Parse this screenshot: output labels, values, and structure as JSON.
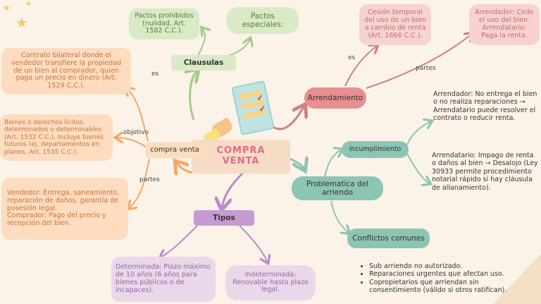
{
  "center": {
    "title": "COMPRA VENTA"
  },
  "left": {
    "node": "compra venta",
    "es_label": "es",
    "objetivo_label": "objetivo",
    "partes_label": "partes",
    "definicion": "Contrato bilateral donde el vendedor transfiere la propiedad de un bien al comprador, quien paga un precio en dinero (Art. 1529 C.C.).",
    "objeto": "Bienes o derechos lícitos, determinados o determinables (Art. 1532 C.C.). Incluye bienes futuros (ej. departamentos en planos, Art. 1535 C.C.).",
    "partes": "Vendedor: Entrega, saneamiento, reparación de daños, garantía de posesión legal.\nComprador: Pago del precio y recepción del bien."
  },
  "clausulas": {
    "node": "Clausulas",
    "prohibidos": "Pactos prohibidos (nulidad, Art. 1582 C.C.).",
    "especiales": "Pactos especiales:"
  },
  "arrendamiento": {
    "node": "Arrendamiento",
    "es_label": "es",
    "partes_label": "partes",
    "definicion": "Cesión temporal del uso de un bien a cambio de renta (Art. 1666 C.C.).",
    "partes": "Arrendador: Cede el uso del bien. Arrendatario: Paga la renta."
  },
  "problematica": {
    "node": "Problematica del arriendo",
    "incumplimiento": "incumplimiento",
    "arrendador": "Arrendador: No entrega el bien o no realiza reparaciones → Arrendatario puede resolver el contrato o reducir renta.",
    "arrendatario": "Arrendatario: Impago de renta o daños al bien → Desalojo (Ley 30933 permite procedimiento notarial rápido si hay cláusula de allanamiento).",
    "conflictos": "Conflictos comunes",
    "conflictos_items": [
      "Sub arriendo no autorizado.",
      "Reparaciones urgentes que afectan uso.",
      "Copropietarios que arriendan sin consentimiento (válido si otros ratifican)."
    ]
  },
  "tipos": {
    "node": "Tipos",
    "determinada": "Determinada: Plazo máximo de 10 años (6 años para bienes públicos o de incapaces).",
    "indeterminada": "Indeterminada: Renovable hasta plazo legal."
  },
  "colors": {
    "peach": "#fddcbf",
    "orange_line": "#f4a765",
    "green": "#d8eac6",
    "teal": "#8cc5b3",
    "pink": "#f6d3d0",
    "rose_line": "#d08080",
    "lilac": "#ead8ea",
    "purple": "#b98bc9"
  }
}
